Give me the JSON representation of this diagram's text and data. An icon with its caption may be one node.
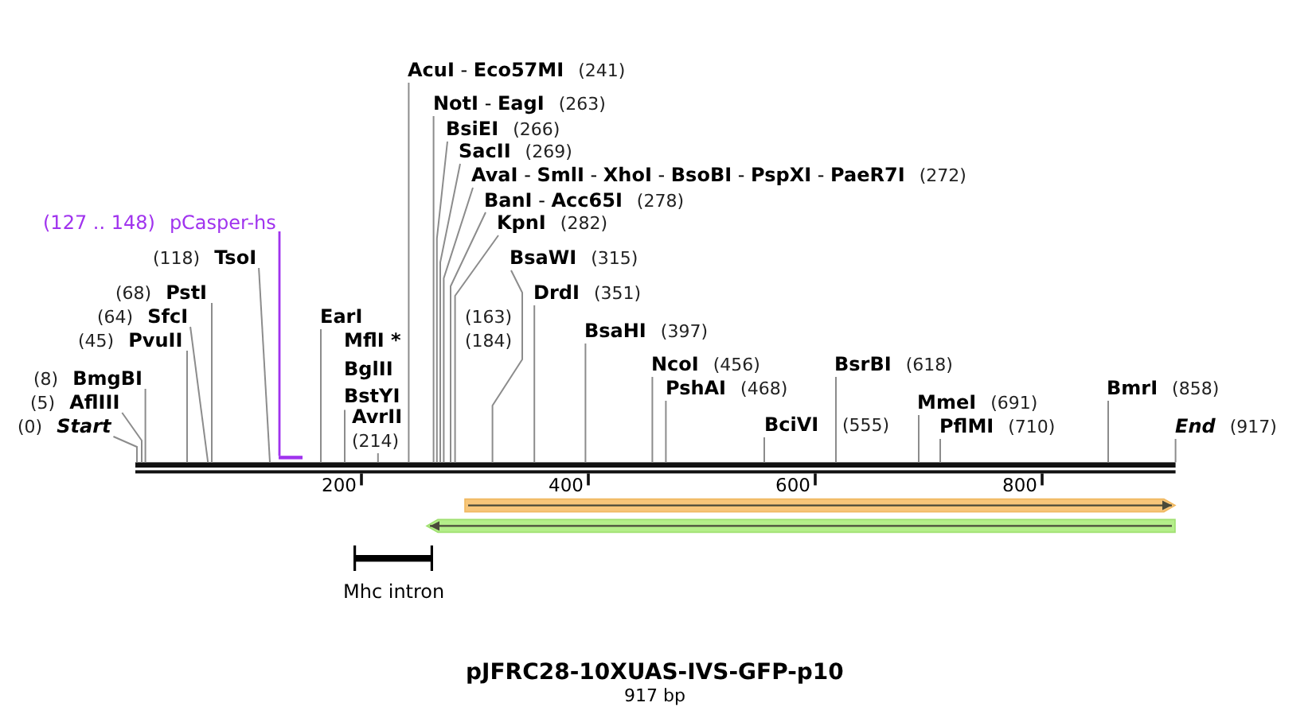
{
  "diagram": {
    "title": "pJFRC28-10XUAS-IVS-GFP-p10",
    "caption": "917 bp",
    "nodes": [
      {
        "text": [
          "**AcuI** - **Eco57MI**",
          "(241)"
        ]
      },
      {
        "text": [
          "**NotI** - **EagI**",
          "(263)"
        ]
      },
      {
        "text": [
          "BsiEI",
          "(266)"
        ]
      },
      {
        "text": [
          "SacII",
          "(269)"
        ]
      },
      {
        "text": [
          "**AvaI** - **SmlI** - **XhoI** - **BsoBI** - **PspXI** - **PaeR7I**",
          "(272)"
        ]
      },
      {
        "text": [
          "**BanI** - **Acc65I**",
          "(278)"
        ]
      },
      {
        "text": [
          "(127 .. 148)",
          "pCasper-hs"
        ]
      },
      {
        "text": [
          "KpnI",
          "(282)"
        ]
      },
      {
        "text": [
          "(118)",
          "TsoI"
        ]
      },
      {
        "text": [
          "BsaWI",
          "(315)"
        ]
      },
      {
        "text": [
          "(68)",
          "PstI"
        ]
      },
      {
        "text": [
          "DrdI",
          "(351)"
        ]
      },
      {
        "text": [
          "(64)",
          "SfcI"
        ]
      },
      {
        "text": [
          "EarI",
          "(163)"
        ]
      },
      {
        "text": [
          "BsaHI",
          "(397)"
        ]
      },
      {
        "text": [
          "(45)",
          "PvuII"
        ]
      },
      {
        "text": [
          "MflI *",
          "(184)",
          "BglII",
          "BstYI"
        ]
      },
      {
        "text": [
          "NcoI",
          "(456)"
        ]
      },
      {
        "text": [
          "BsrBI",
          "(618)"
        ]
      },
      {
        "text": [
          "(8)",
          "BmgBI"
        ]
      },
      {
        "text": [
          "PshAI",
          "(468)"
        ]
      },
      {
        "text": [
          "BmrI",
          "(858)"
        ]
      },
      {
        "text": [
          "(5)",
          "AflIII"
        ]
      },
      {
        "text": [
          "MmeI",
          "(691)"
        ]
      },
      {
        "text": [
          "(0)",
          "Start"
        ]
      },
      {
        "text": [
          "AvrII",
          "(214)"
        ]
      },
      {
        "text": [
          "BciVI",
          "(555)"
        ]
      },
      {
        "text": [
          "PflMI",
          "(710)"
        ]
      },
      {
        "text": [
          "End",
          "(917)"
        ]
      },
      {
        "text": [],
        "shape": "bar"
      },
      {
        "text": [],
        "shape": "bar"
      },
      {
        "text": [],
        "shape": "arrow"
      },
      {
        "text": [],
        "shape": "arrow"
      },
      {
        "text": [
          "Mhc intron"
        ]
      }
    ],
    "edges": [
      {
        "from": 0,
        "to": 29,
        "arrow": "none"
      },
      {
        "from": 1,
        "to": 29,
        "arrow": "none"
      },
      {
        "from": 2,
        "to": 29,
        "arrow": "none"
      },
      {
        "from": 3,
        "to": 29,
        "arrow": "none"
      },
      {
        "from": 4,
        "to": 29,
        "arrow": "none"
      },
      {
        "from": 5,
        "to": 29,
        "arrow": "none"
      },
      {
        "from": 6,
        "to": 30,
        "arrow": "none",
        "color": "#a033ee"
      },
      {
        "from": 7,
        "to": 29,
        "arrow": "none"
      },
      {
        "from": 8,
        "to": 29,
        "arrow": "none"
      },
      {
        "from": 9,
        "to": 29,
        "arrow": "none"
      },
      {
        "from": 10,
        "to": 29,
        "arrow": "none"
      },
      {
        "from": 11,
        "to": 29,
        "arrow": "none"
      },
      {
        "from": 12,
        "to": 29,
        "arrow": "none"
      },
      {
        "from": 13,
        "to": 29,
        "arrow": "none"
      },
      {
        "from": 14,
        "to": 29,
        "arrow": "none"
      },
      {
        "from": 15,
        "to": 29,
        "arrow": "none"
      },
      {
        "from": 16,
        "to": 29,
        "arrow": "none"
      },
      {
        "from": 17,
        "to": 29,
        "arrow": "none"
      },
      {
        "from": 18,
        "to": 29,
        "arrow": "none"
      },
      {
        "from": 19,
        "to": 29,
        "arrow": "none"
      },
      {
        "from": 20,
        "to": 29,
        "arrow": "none"
      },
      {
        "from": 21,
        "to": 29,
        "arrow": "none"
      },
      {
        "from": 22,
        "to": 29,
        "arrow": "none"
      },
      {
        "from": 23,
        "to": 29,
        "arrow": "none"
      },
      {
        "from": 24,
        "to": 29,
        "arrow": "none"
      },
      {
        "from": 25,
        "to": 29,
        "arrow": "none"
      },
      {
        "from": 26,
        "to": 29,
        "arrow": "none"
      },
      {
        "from": 27,
        "to": 29,
        "arrow": "none"
      },
      {
        "from": 28,
        "to": 29,
        "arrow": "none"
      }
    ],
    "labels": [
      "200",
      "400",
      "600",
      "800"
    ]
  }
}
